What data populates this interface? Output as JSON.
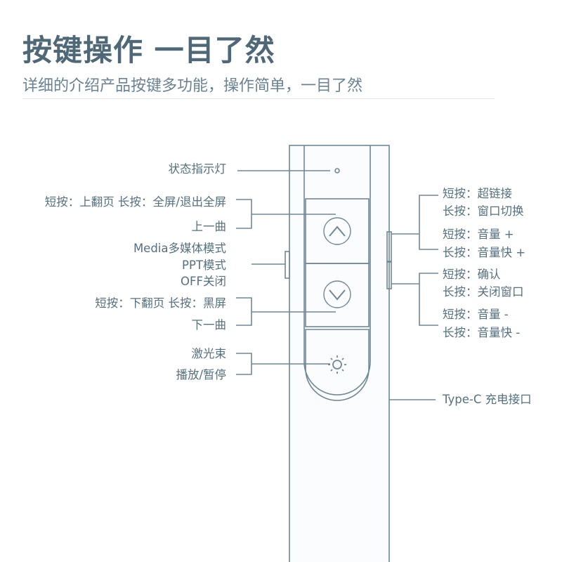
{
  "header": {
    "title": "按键操作 一目了然",
    "subtitle": "详细的介绍产品按键多功能，操作简单，一目了然"
  },
  "left_labels": {
    "indicator": "状态指示灯",
    "up_short_long": "短按：上翻页 长按：全屏/退出全屏",
    "up_prev_track": "上一曲",
    "mode_media": "Media多媒体模式",
    "mode_ppt": "PPT模式",
    "mode_off": "OFF关闭",
    "down_short_long": "短按：下翻页 长按：黑屏",
    "down_next_track": "下一曲",
    "laser": "激光束",
    "play_pause": "播放/暂停"
  },
  "right_labels": {
    "top_short": "短按：超链接",
    "top_long": "长按：窗口切换",
    "vol_up_short": "短按：音量 +",
    "vol_up_long": "长按：音量快 +",
    "bottom_short": "短按：确认",
    "bottom_long": "长按：关闭窗口",
    "vol_down_short": "短按：音量 -",
    "vol_down_long": "长按：音量快 -",
    "type_c": "Type-C 充电接口"
  },
  "colors": {
    "line": "#6f8796",
    "text": "#55707f",
    "device_fill": "#f4f7f9"
  },
  "icons": {
    "up": "chevron-up-icon",
    "down": "chevron-down-icon",
    "laser": "sun-icon"
  }
}
